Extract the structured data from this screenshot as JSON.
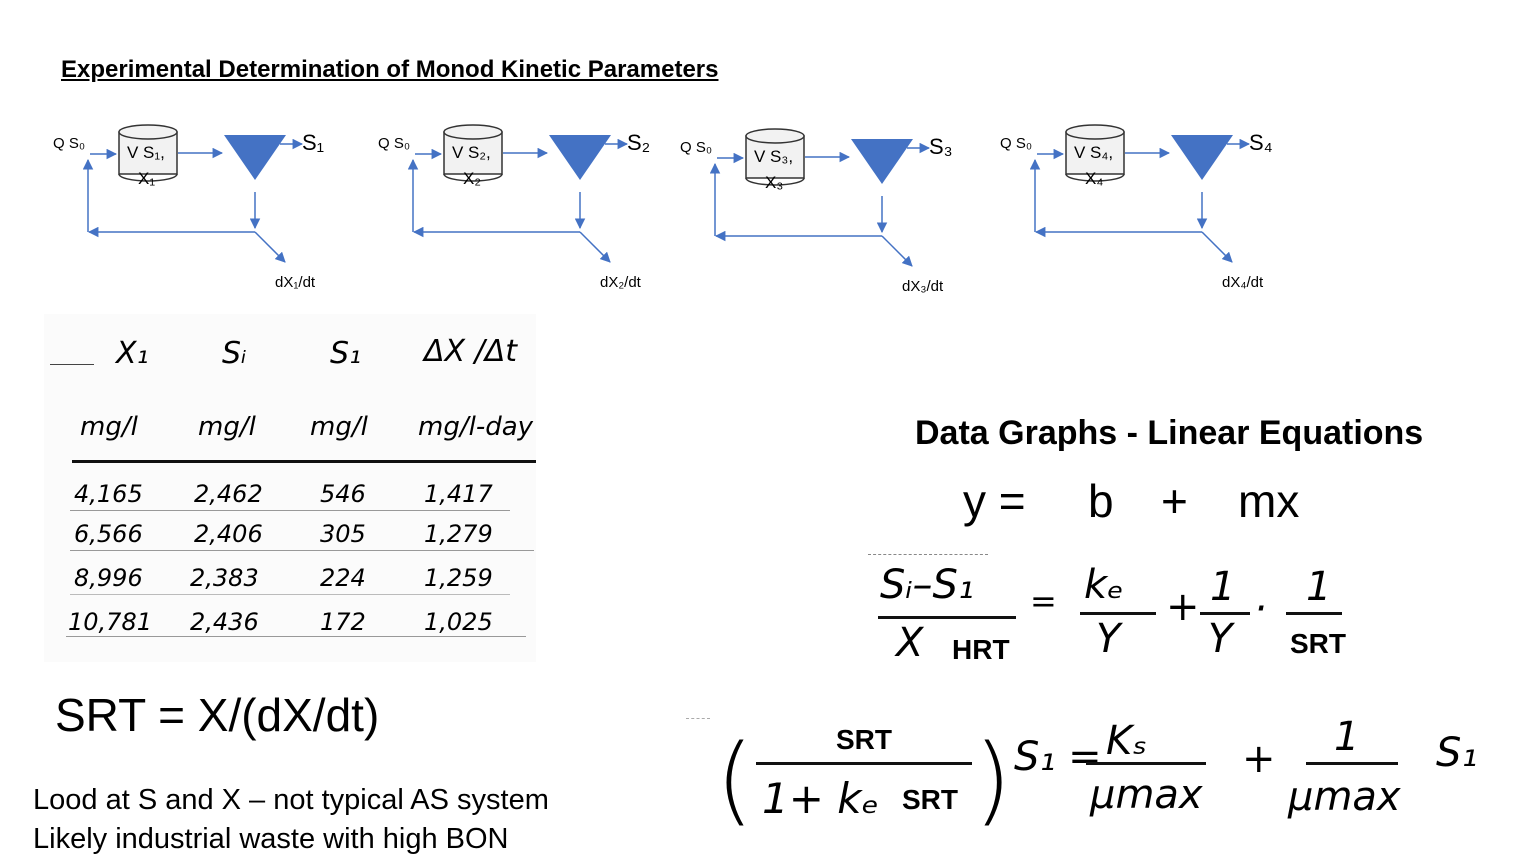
{
  "title": "Experimental Determination of Monod Kinetic Parameters",
  "diagrams": [
    {
      "inlet": "Q S₀",
      "reactor_line1": "V S₁,",
      "reactor_line2": "X₁",
      "effluent": "S₁",
      "waste": "dX₁/dt"
    },
    {
      "inlet": "Q S₀",
      "reactor_line1": "V S₂,",
      "reactor_line2": "X₂",
      "effluent": "S₂",
      "waste": "dX₂/dt"
    },
    {
      "inlet": "Q S₀",
      "reactor_line1": "V S₃,",
      "reactor_line2": "X₃",
      "effluent": "S₃",
      "waste": "dX₃/dt"
    },
    {
      "inlet": "Q S₀",
      "reactor_line1": "V S₄,",
      "reactor_line2": "X₄",
      "effluent": "S₄",
      "waste": "dX₄/dt"
    }
  ],
  "table": {
    "headers": [
      "X₁",
      "Sᵢ",
      "S₁",
      "ΔX /Δt"
    ],
    "units": [
      "mg/l",
      "mg/l",
      "mg/l",
      "mg/l-day"
    ],
    "rows": [
      [
        "4,165",
        "2,462",
        "546",
        "1,417"
      ],
      [
        "6,566",
        "2,406",
        "305",
        "1,279"
      ],
      [
        "8,996",
        "2,383",
        "224",
        "1,259"
      ],
      [
        "10,781",
        "2,436",
        "172",
        "1,025"
      ]
    ]
  },
  "srt_equation": "SRT = X/(dX/dt)",
  "notes": [
    "Lood at S and X – not typical AS system",
    "Likely industrial waste with high BON"
  ],
  "graphs_title": "Data Graphs  - Linear Equations",
  "linear": {
    "y": "y =",
    "b": "b",
    "plus": "+",
    "mx": "mx"
  },
  "eq1": {
    "num": "Sᵢ–S₁",
    "den": "X",
    "label_hrt": "HRT",
    "eq": "=",
    "t1_num": "kₑ",
    "t1_den": "Y",
    "plus": "+",
    "t2_num": "1",
    "t2_den": "Y",
    "dot": "·",
    "t3_num": "1",
    "label_srt": "SRT"
  },
  "eq2": {
    "label_srt_top": "SRT",
    "den_left": "1+ kₑ",
    "label_srt_bottom": "SRT",
    "s1_eq": "S₁ =",
    "t1_num": "Kₛ",
    "t1_den": "μmax",
    "plus": "+",
    "t2_num": "1",
    "t2_den": "μmax",
    "s1": "S₁"
  }
}
